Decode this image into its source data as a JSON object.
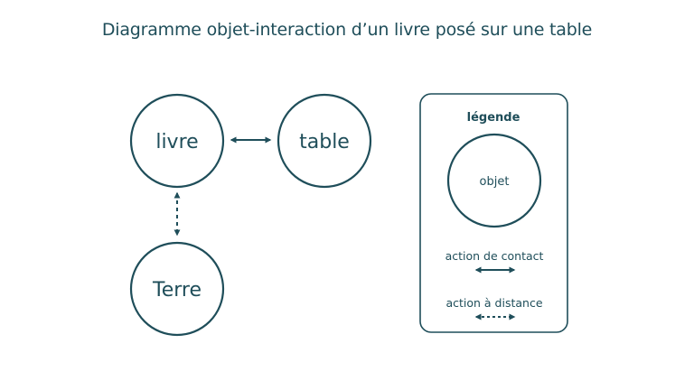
{
  "title": "Diagramme objet-interaction d’un livre posé sur une table",
  "colors": {
    "primary": "#1f4e5a",
    "background": "#ffffff"
  },
  "nodes": {
    "livre": "livre",
    "table": "table",
    "terre": "Terre"
  },
  "interactions": [
    {
      "from": "livre",
      "to": "table",
      "type": "contact"
    },
    {
      "from": "livre",
      "to": "Terre",
      "type": "distance"
    }
  ],
  "legend": {
    "title": "légende",
    "object_label": "objet",
    "contact_label": "action de contact",
    "distance_label": "action à distance"
  }
}
